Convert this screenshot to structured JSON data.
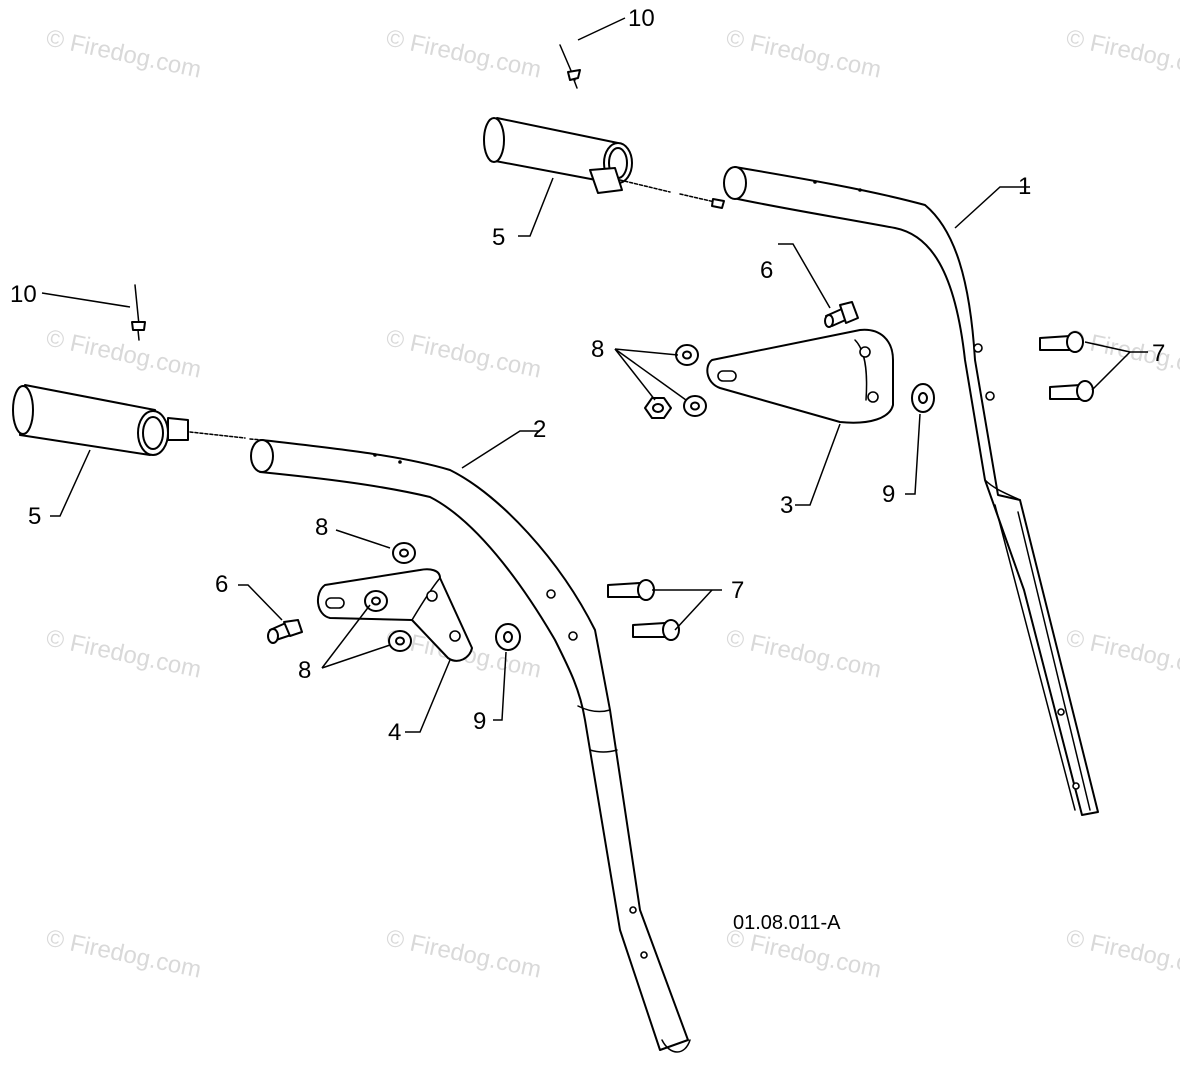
{
  "diagram": {
    "drawing_number": "01.08.011-A",
    "watermark_text": "© Firedog.com",
    "callouts": {
      "handle_upper": "1",
      "handle_lower": "2",
      "bracket_right": "3",
      "bracket_left": "4",
      "grip_upper": "5",
      "grip_lower": "5",
      "bolt_upper": "6",
      "bolt_lower": "6",
      "carriage_bolts_upper": "7",
      "carriage_bolts_lower": "7",
      "nuts_upper": "8",
      "nut_lower_top": "8",
      "nuts_lower": "8",
      "washer_upper": "9",
      "washer_lower": "9",
      "rivet_upper": "10",
      "rivet_lower": "10"
    }
  }
}
